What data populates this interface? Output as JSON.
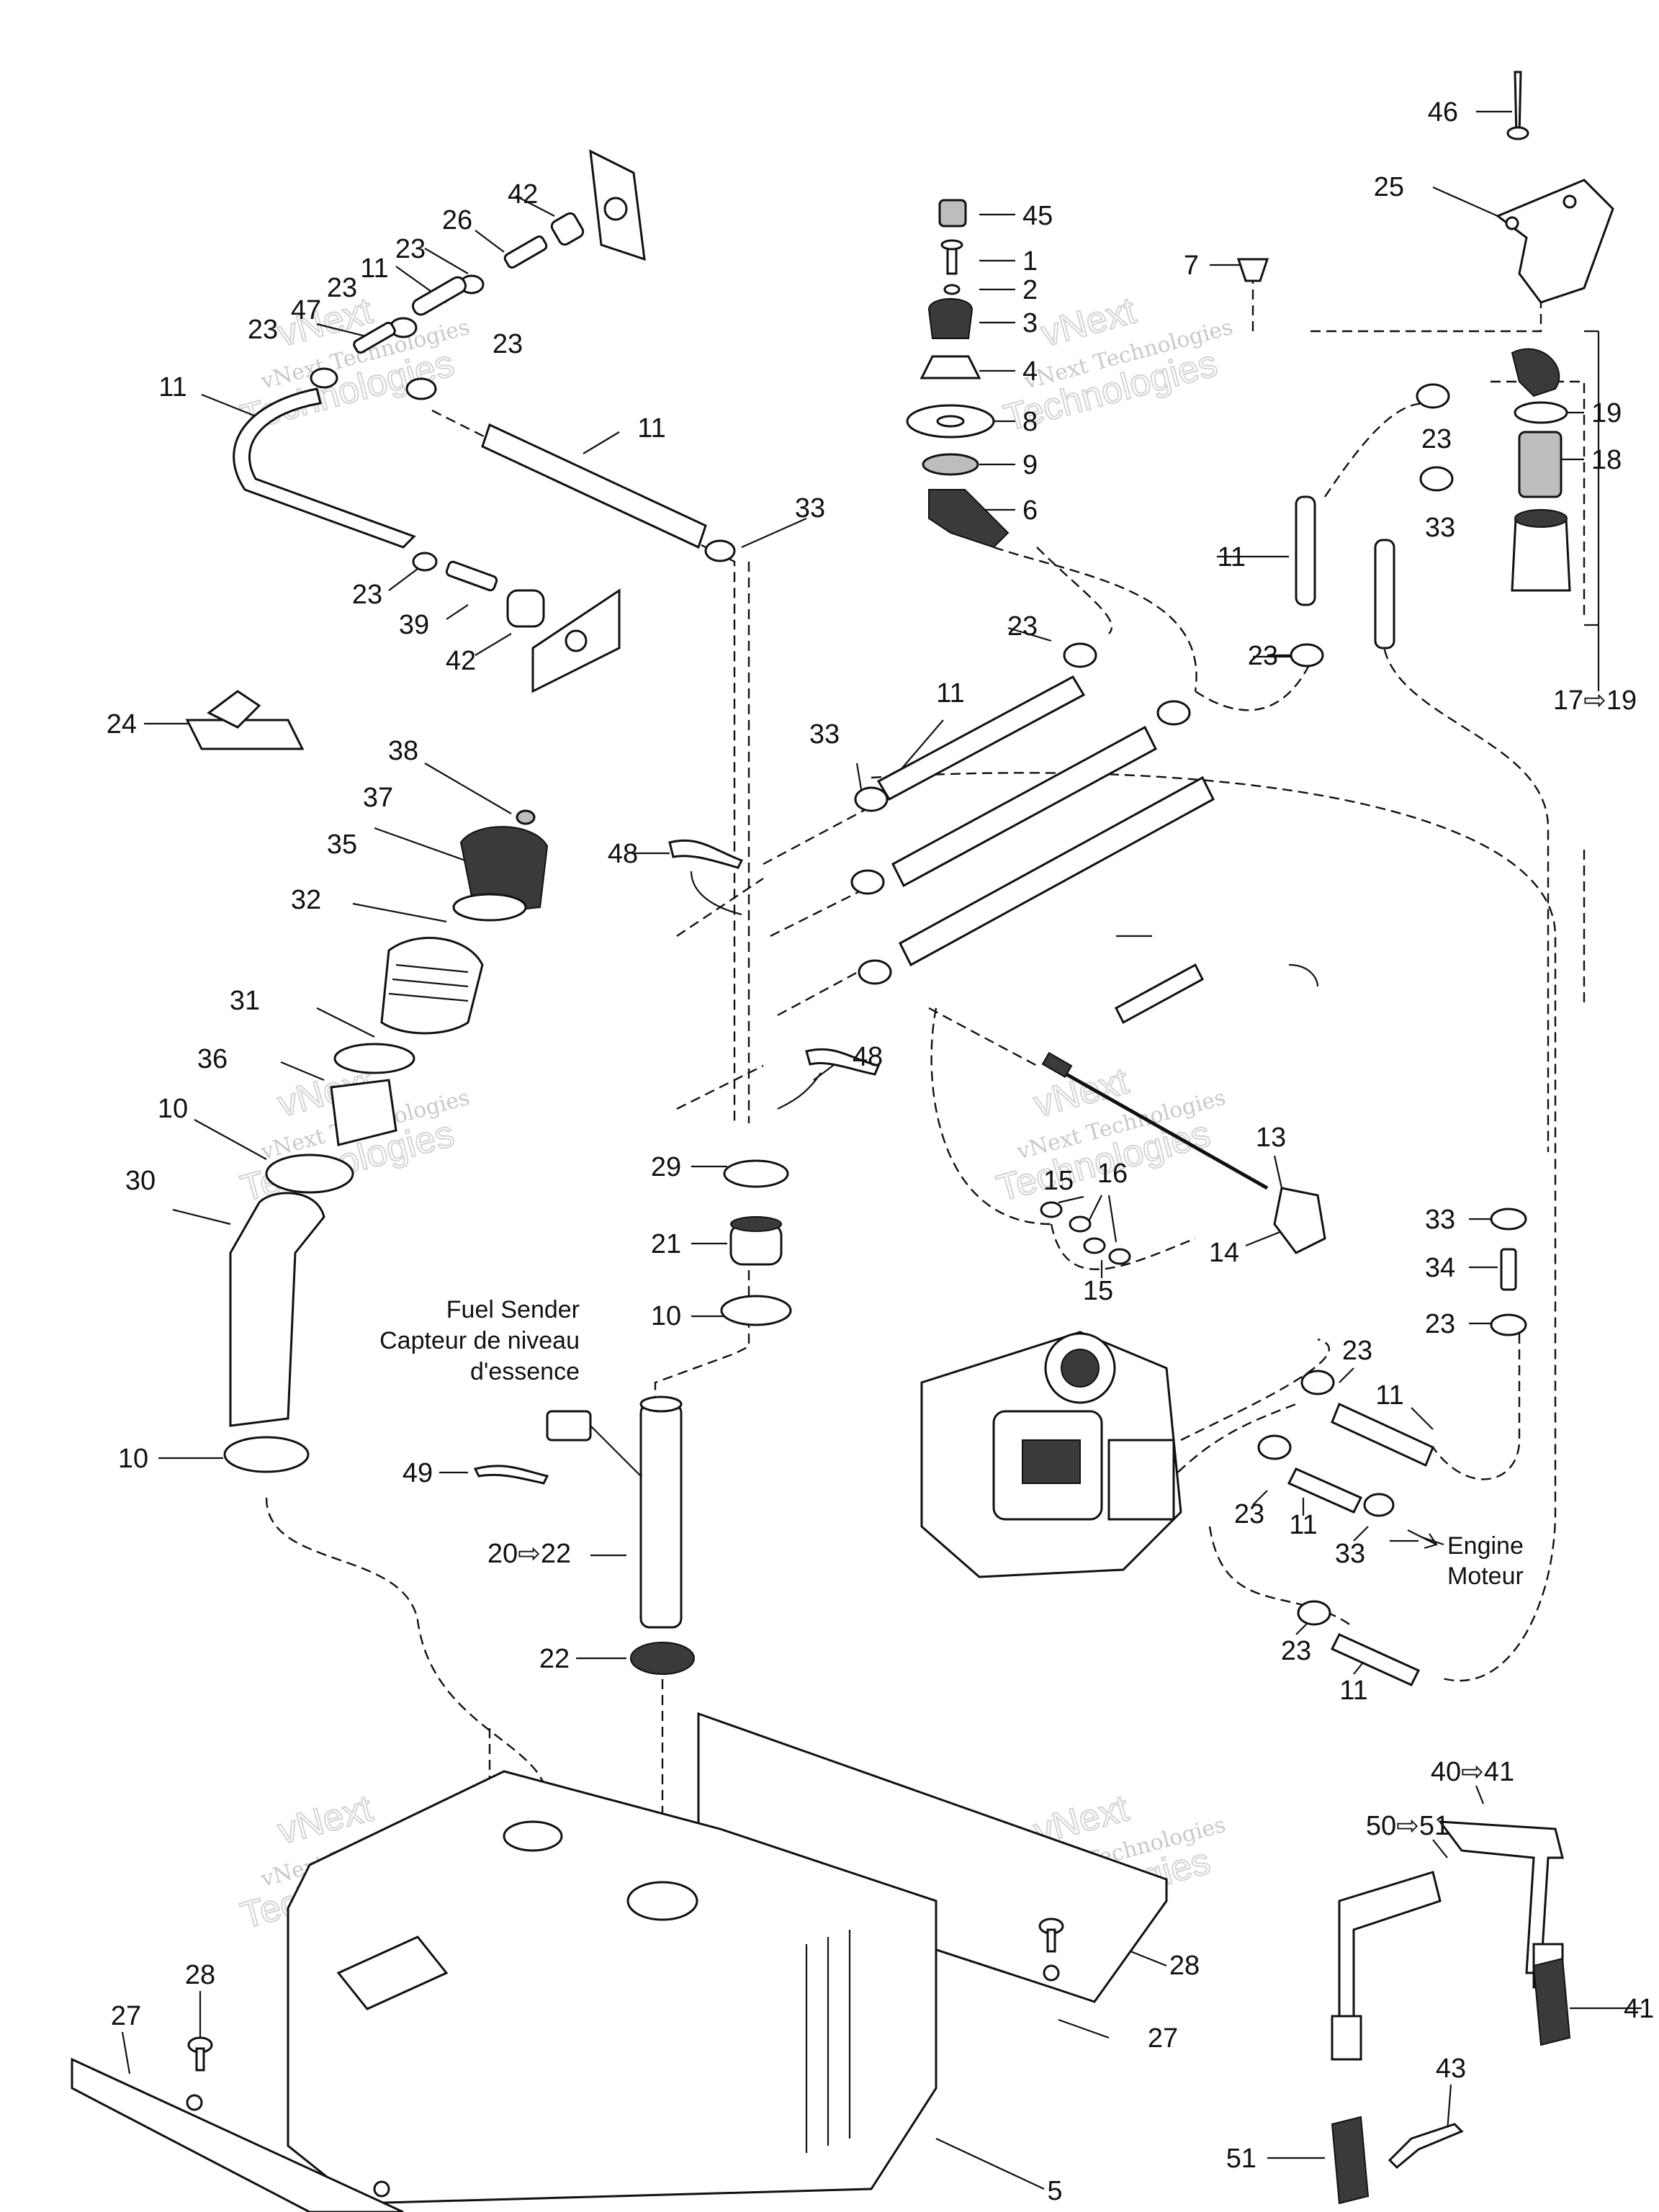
{
  "callouts": [
    {
      "id": "c46",
      "text": "46"
    },
    {
      "id": "c25",
      "text": "25"
    },
    {
      "id": "c45",
      "text": "45"
    },
    {
      "id": "c1",
      "text": "1"
    },
    {
      "id": "c2",
      "text": "2"
    },
    {
      "id": "c3",
      "text": "3"
    },
    {
      "id": "c4",
      "text": "4"
    },
    {
      "id": "c8",
      "text": "8"
    },
    {
      "id": "c9",
      "text": "9"
    },
    {
      "id": "c6",
      "text": "6"
    },
    {
      "id": "c7",
      "text": "7"
    },
    {
      "id": "c19",
      "text": "19"
    },
    {
      "id": "c18",
      "text": "18"
    },
    {
      "id": "c23a",
      "text": "23"
    },
    {
      "id": "c33a",
      "text": "33"
    },
    {
      "id": "c11a",
      "text": "11"
    },
    {
      "id": "c23b",
      "text": "23"
    },
    {
      "id": "c17",
      "text": "17⇨19"
    },
    {
      "id": "c42a",
      "text": "42"
    },
    {
      "id": "c26",
      "text": "26"
    },
    {
      "id": "c23c",
      "text": "23"
    },
    {
      "id": "c11b",
      "text": "11"
    },
    {
      "id": "c23d",
      "text": "23"
    },
    {
      "id": "c47",
      "text": "47"
    },
    {
      "id": "c23e",
      "text": "23"
    },
    {
      "id": "c23f",
      "text": "23"
    },
    {
      "id": "c11c",
      "text": "11"
    },
    {
      "id": "c11d",
      "text": "11"
    },
    {
      "id": "c33b",
      "text": "33"
    },
    {
      "id": "c23g",
      "text": "23"
    },
    {
      "id": "c39",
      "text": "39"
    },
    {
      "id": "c42b",
      "text": "42"
    },
    {
      "id": "c23h",
      "text": "23"
    },
    {
      "id": "c11e",
      "text": "11"
    },
    {
      "id": "c33c",
      "text": "33"
    },
    {
      "id": "c24",
      "text": "24"
    },
    {
      "id": "c38",
      "text": "38"
    },
    {
      "id": "c37",
      "text": "37"
    },
    {
      "id": "c35",
      "text": "35"
    },
    {
      "id": "c32",
      "text": "32"
    },
    {
      "id": "c48a",
      "text": "48"
    },
    {
      "id": "c31",
      "text": "31"
    },
    {
      "id": "c36",
      "text": "36"
    },
    {
      "id": "c10a",
      "text": "10"
    },
    {
      "id": "c48b",
      "text": "48"
    },
    {
      "id": "c30",
      "text": "30"
    },
    {
      "id": "c29",
      "text": "29"
    },
    {
      "id": "c21",
      "text": "21"
    },
    {
      "id": "c10b",
      "text": "10"
    },
    {
      "id": "c13",
      "text": "13"
    },
    {
      "id": "c15a",
      "text": "15"
    },
    {
      "id": "c16",
      "text": "16"
    },
    {
      "id": "c14",
      "text": "14"
    },
    {
      "id": "c15b",
      "text": "15"
    },
    {
      "id": "c33d",
      "text": "33"
    },
    {
      "id": "c34",
      "text": "34"
    },
    {
      "id": "c23i",
      "text": "23"
    },
    {
      "id": "c23j",
      "text": "23"
    },
    {
      "id": "c11f",
      "text": "11"
    },
    {
      "id": "c10c",
      "text": "10"
    },
    {
      "id": "c49",
      "text": "49"
    },
    {
      "id": "c20",
      "text": "20⇨22"
    },
    {
      "id": "c23k",
      "text": "23"
    },
    {
      "id": "c11g",
      "text": "11"
    },
    {
      "id": "c33e",
      "text": "33"
    },
    {
      "id": "c22",
      "text": "22"
    },
    {
      "id": "c23l",
      "text": "23"
    },
    {
      "id": "c11h",
      "text": "11"
    },
    {
      "id": "c40",
      "text": "40⇨41"
    },
    {
      "id": "c50",
      "text": "50⇨51"
    },
    {
      "id": "c28a",
      "text": "28"
    },
    {
      "id": "c28b",
      "text": "28"
    },
    {
      "id": "c27a",
      "text": "27"
    },
    {
      "id": "c27b",
      "text": "27"
    },
    {
      "id": "c41",
      "text": "41"
    },
    {
      "id": "c43",
      "text": "43"
    },
    {
      "id": "c51",
      "text": "51"
    },
    {
      "id": "c5",
      "text": "5"
    }
  ],
  "notes": {
    "fuel_sender_en": "Fuel Sender",
    "fuel_sender_fr1": "Capteur de niveau",
    "fuel_sender_fr2": "d'essence",
    "engine_en": "Engine",
    "engine_fr": "Moteur"
  },
  "watermark": {
    "line1": "vNext Technologies",
    "line2": "vNext",
    "line3": "Technologies"
  }
}
